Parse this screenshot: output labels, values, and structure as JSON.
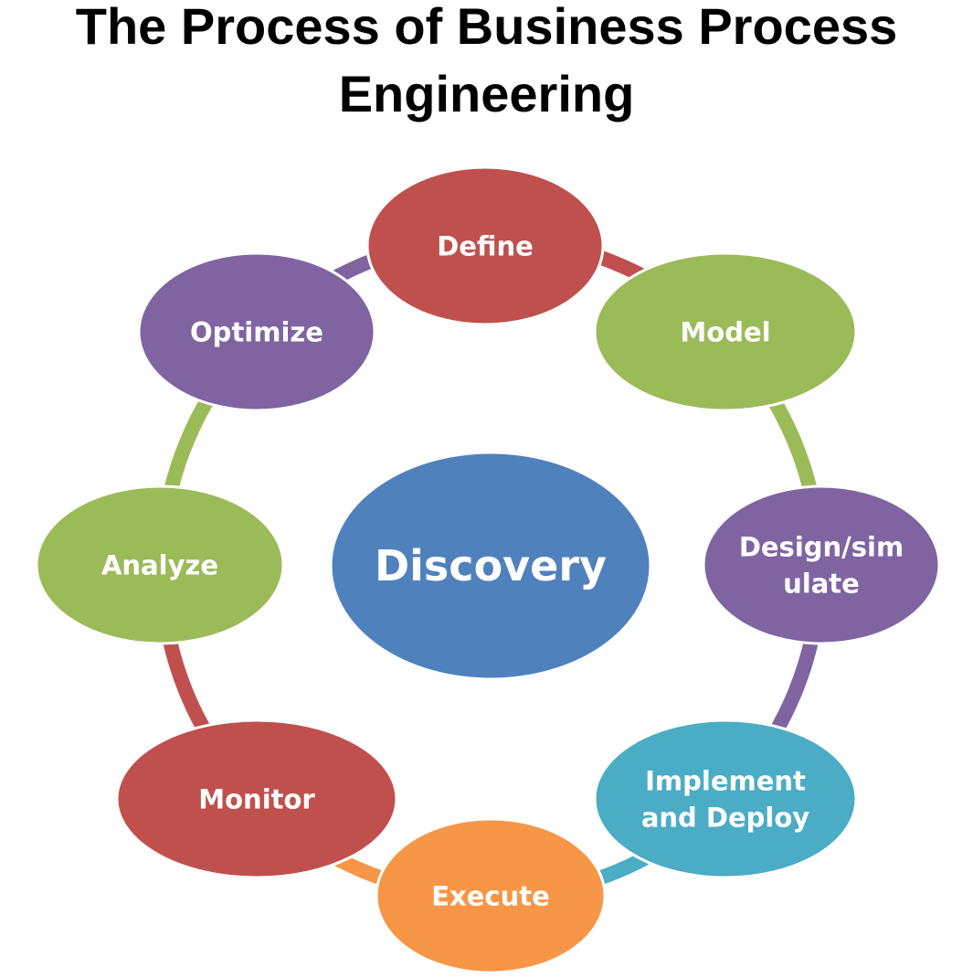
{
  "title": {
    "line1": "The Process of Business Process",
    "line2": "Engineering"
  },
  "center": {
    "label": "Discovery",
    "color": "#4F81BD"
  },
  "steps": [
    {
      "id": "define",
      "lines": [
        "Define"
      ],
      "color": "#C0504D"
    },
    {
      "id": "model",
      "lines": [
        "Model"
      ],
      "color": "#9BBB59"
    },
    {
      "id": "design-simulate",
      "lines": [
        "Design/sim",
        "ulate"
      ],
      "color": "#8064A2"
    },
    {
      "id": "implement-deploy",
      "lines": [
        "Implement",
        "and Deploy"
      ],
      "color": "#4BACC6"
    },
    {
      "id": "execute",
      "lines": [
        "Execute"
      ],
      "color": "#F79646"
    },
    {
      "id": "monitor",
      "lines": [
        "Monitor"
      ],
      "color": "#C0504D"
    },
    {
      "id": "analyze",
      "lines": [
        "Analyze"
      ],
      "color": "#9BBB59"
    },
    {
      "id": "optimize",
      "lines": [
        "Optimize"
      ],
      "color": "#8064A2"
    }
  ]
}
